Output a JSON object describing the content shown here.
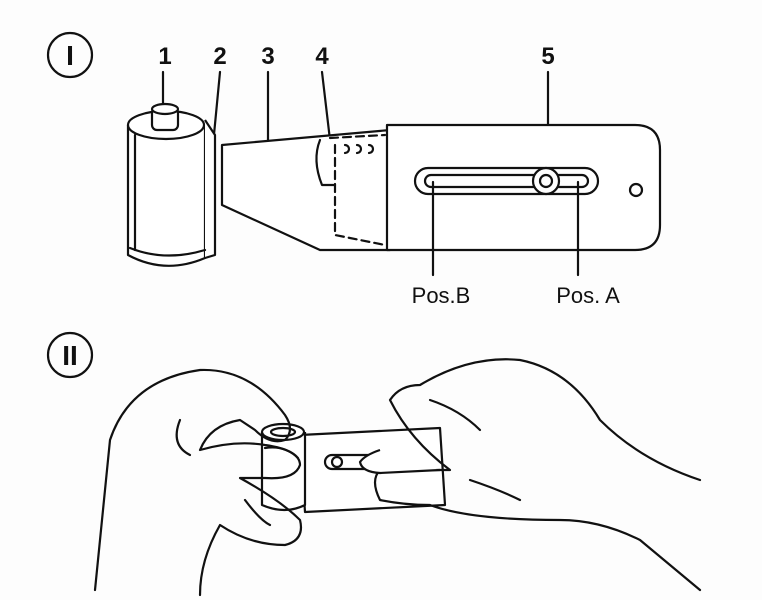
{
  "step1": {
    "numeral": "I",
    "callouts": [
      "1",
      "2",
      "3",
      "4",
      "5"
    ],
    "positions": {
      "b": "Pos.B",
      "a": "Pos. A"
    }
  },
  "step2": {
    "numeral": "II"
  }
}
